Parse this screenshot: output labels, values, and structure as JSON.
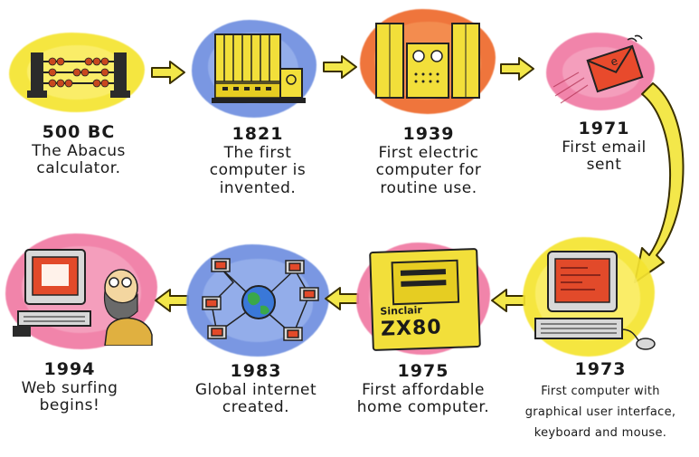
{
  "colors": {
    "yellow": "#f5e430",
    "blue": "#6f8fe0",
    "orange": "#ee6a2c",
    "pink": "#f07aa3",
    "arrow_fill": "#f3e74a",
    "arrow_stroke": "#3a3000"
  },
  "milestones": [
    {
      "year": "500 BC",
      "lines": [
        "The Abacus",
        "calculator."
      ]
    },
    {
      "year": "1821",
      "lines": [
        "The first",
        "computer is",
        "invented."
      ]
    },
    {
      "year": "1939",
      "lines": [
        "First electric",
        "computer for",
        "routine use."
      ]
    },
    {
      "year": "1971",
      "lines": [
        "First email",
        "sent"
      ]
    },
    {
      "year": "1973",
      "lines": [
        "First computer with",
        "graphical user interface,",
        "keyboard and mouse."
      ]
    },
    {
      "year": "1975",
      "lines": [
        "First affordable",
        "home computer."
      ]
    },
    {
      "year": "1983",
      "lines": [
        "Global internet",
        "created."
      ]
    },
    {
      "year": "1994",
      "lines": [
        "Web surfing",
        "begins!"
      ]
    }
  ],
  "labels": {
    "sinclair": "Sinclair",
    "model": "ZX80"
  }
}
